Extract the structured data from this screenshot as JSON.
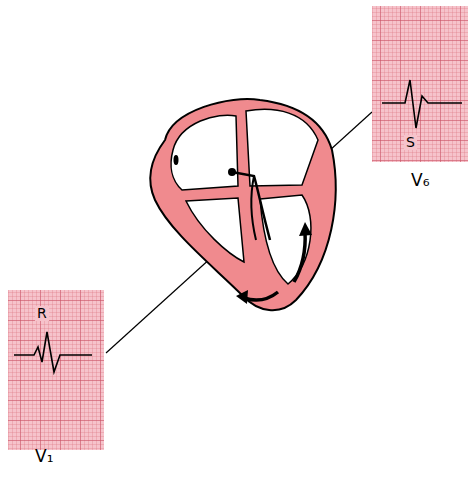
{
  "diagram": {
    "labels": [
      "S",
      "V₆",
      "R",
      "V₁"
    ]
  }
}
